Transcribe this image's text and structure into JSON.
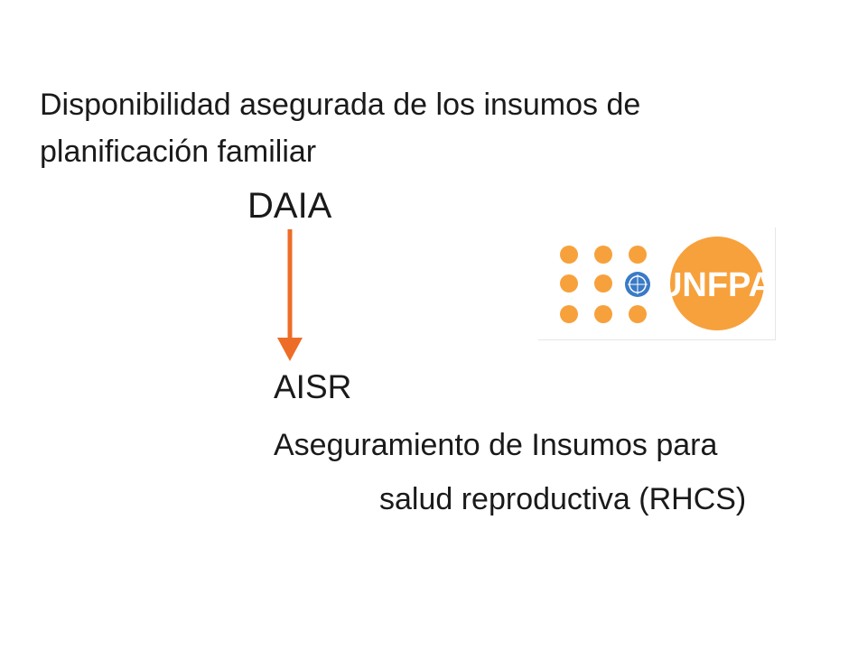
{
  "slide": {
    "title": "Disponibilidad asegurada de los insumos de planificación familiar",
    "top_acronym": "DAIA",
    "bottom_acronym": "AISR",
    "subtitle_line1": "Aseguramiento de Insumos para",
    "subtitle_line2": "salud reproductiva (RHCS)",
    "arrow_color": "#ed6d28",
    "logo": {
      "text": "UNFPA",
      "icon": "unfpa-logo",
      "color": "#f7a13c",
      "un_emblem_color": "#3a7ac7"
    }
  }
}
